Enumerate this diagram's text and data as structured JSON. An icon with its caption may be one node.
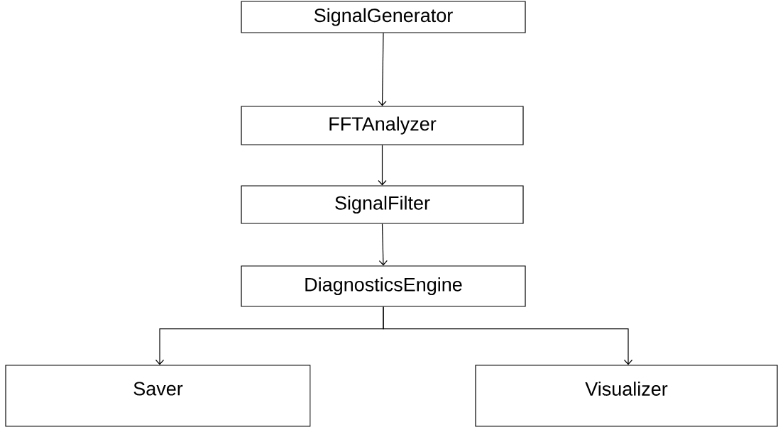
{
  "diagram": {
    "nodes": [
      {
        "text": [
          "SignalGenerator"
        ]
      },
      {
        "text": [
          "FFTAnalyzer"
        ]
      },
      {
        "text": [
          "SignalFilter"
        ]
      },
      {
        "text": [
          "DiagnosticsEngine"
        ]
      },
      {
        "text": [
          "Saver"
        ]
      },
      {
        "text": [
          "Visualizer"
        ]
      }
    ],
    "edges": [
      {
        "from": 0,
        "to": 1,
        "arrow": "to"
      },
      {
        "from": 1,
        "to": 2,
        "arrow": "to"
      },
      {
        "from": 2,
        "to": 3,
        "arrow": "to"
      },
      {
        "from": 3,
        "to": 4,
        "arrow": "to"
      },
      {
        "from": 3,
        "to": 5,
        "arrow": "to"
      }
    ]
  }
}
